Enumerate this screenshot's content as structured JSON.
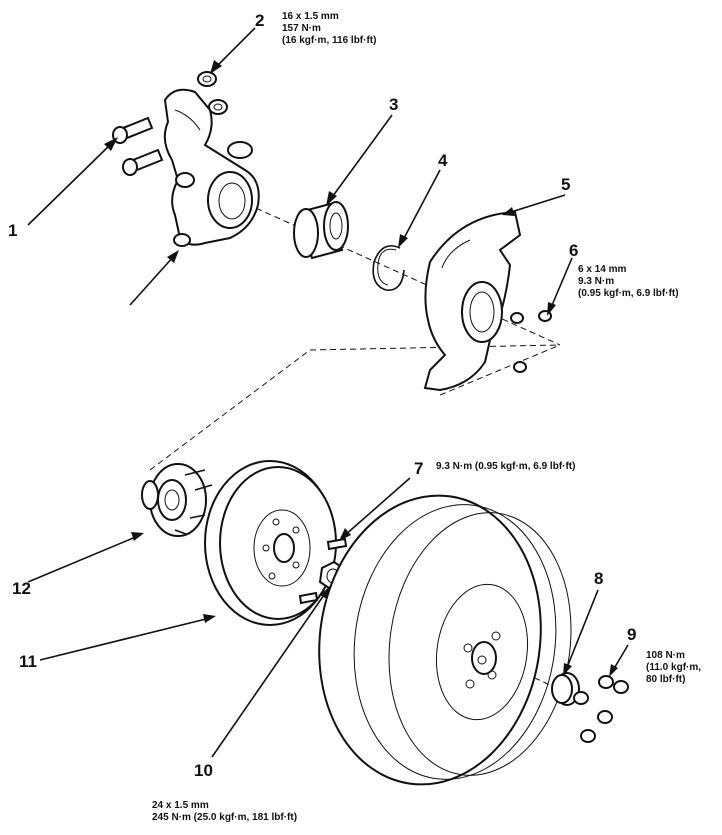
{
  "callouts": {
    "c1": "1",
    "c2": "2",
    "c3": "3",
    "c4": "4",
    "c5": "5",
    "c6": "6",
    "c7": "7",
    "c8": "8",
    "c9": "9",
    "c10": "10",
    "c11": "11",
    "c12": "12"
  },
  "specs": {
    "knuckle_nut": [
      "16 x 1.5 mm",
      "157 N·m",
      "(16 kgf·m, 116 lbf·ft)"
    ],
    "splash_bolt": [
      "6 x 14 mm",
      "9.3 N·m",
      "(0.95 kgf·m, 6.9 lbf·ft)"
    ],
    "disc_screw": [
      "9.3 N·m (0.95 kgf·m, 6.9 lbf·ft)"
    ],
    "wheel_nut": [
      "108 N·m",
      "(11.0 kgf·m,",
      "80 lbf·ft)"
    ],
    "spindle_nut": [
      "24 x 1.5 mm",
      "245 N·m (25.0 kgf·m, 181 lbf·ft)"
    ]
  }
}
